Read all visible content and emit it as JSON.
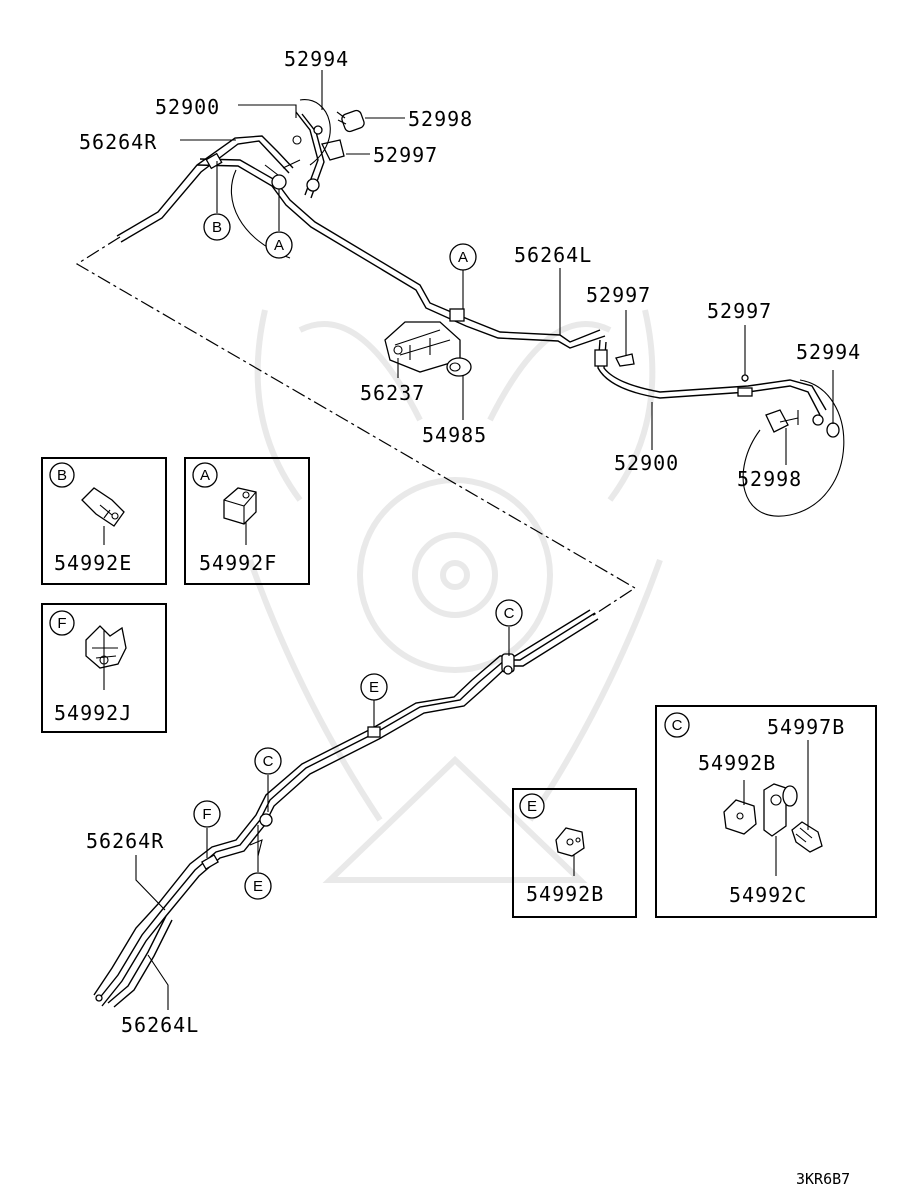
{
  "diagram": {
    "labels": {
      "p52994_top": "52994",
      "p52900_top": "52900",
      "p52998_top": "52998",
      "p56264R_top": "56264R",
      "p52997_top": "52997",
      "p56264L_mid": "56264L",
      "p52997_mid1": "52997",
      "p52997_mid2": "52997",
      "p52994_right": "52994",
      "p56237": "56237",
      "p54985": "54985",
      "p52900_right": "52900",
      "p52998_right": "52998",
      "p56264R_bottom": "56264R",
      "p56264L_bottom": "56264L"
    },
    "callouts": {
      "a_top": "A",
      "b_top": "B",
      "a_mid": "A",
      "c_upper": "C",
      "e_upper": "E",
      "c_lower": "C",
      "f_lower": "F",
      "e_lower": "E"
    },
    "insets": {
      "b": {
        "letter": "B",
        "part": "54992E"
      },
      "a": {
        "letter": "A",
        "part": "54992F"
      },
      "f": {
        "letter": "F",
        "part": "54992J"
      },
      "e": {
        "letter": "E",
        "part": "54992B"
      },
      "c": {
        "letter": "C",
        "part_1": "54997B",
        "part_2": "54992B",
        "part_3": "54992C"
      }
    },
    "drawing_code": "3KR6B7"
  }
}
